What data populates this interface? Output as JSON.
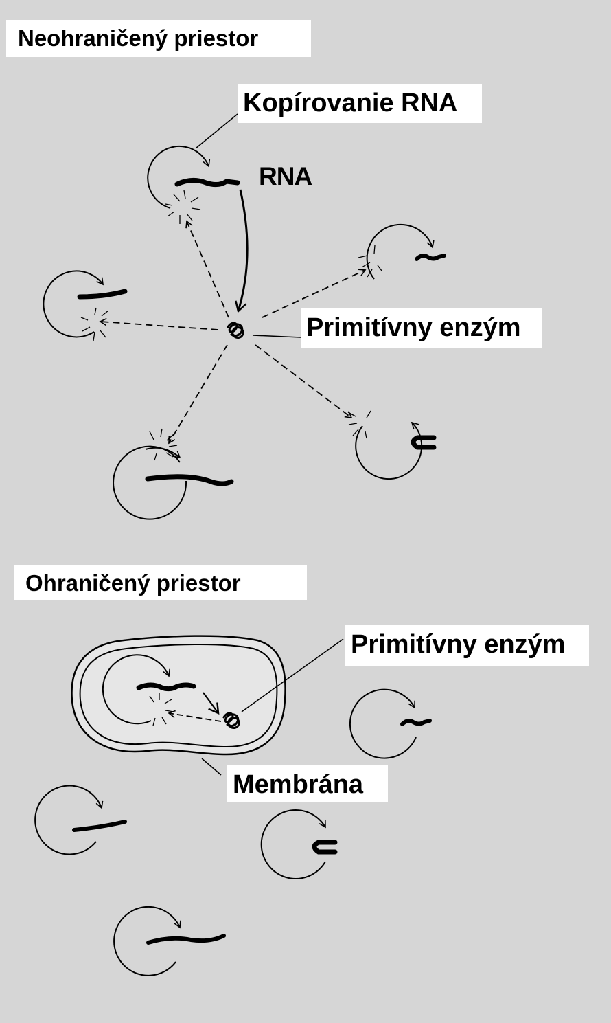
{
  "sections": {
    "unbounded": {
      "title": "Neohraničený priestor",
      "copying_label": "Kopírovanie RNA",
      "rna_label": "RNA",
      "enzyme_label": "Primitívny enzým"
    },
    "bounded": {
      "title": "Ohraničený priestor",
      "enzyme_label": "Primitívny enzým",
      "membrane_label": "Membrána"
    }
  },
  "colors": {
    "background": "#d6d6d6",
    "label_background": "#ffffff",
    "ink": "#000000",
    "membrane_interior": "#e6e6e6"
  }
}
